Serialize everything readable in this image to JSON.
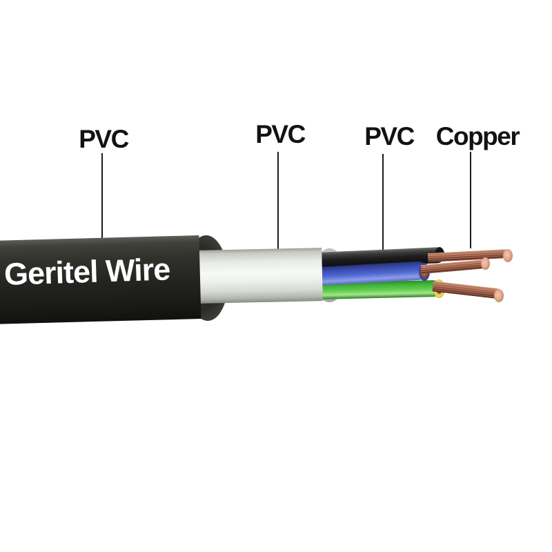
{
  "figure": {
    "type": "cable-construction-diagram",
    "background_color": "#ffffff",
    "label_color": "#121212"
  },
  "cable": {
    "brand": "Geritel Wire",
    "brand_text_color": "#ffffff"
  },
  "callouts": [
    {
      "label": "PVC",
      "points_to": "outer-jacket"
    },
    {
      "label": "PVC",
      "points_to": "inner-sheath"
    },
    {
      "label": "PVC",
      "points_to": "core-insulation"
    },
    {
      "label": "Copper",
      "points_to": "conductor"
    }
  ],
  "colors": {
    "outer_jacket": "#242422",
    "inner_sheath": "#f0f2ee",
    "core_black": "#1e1e1e",
    "core_blue": "#4f67d1",
    "core_green": "#60cf50",
    "core_green_stripe_yellow": "#e9d95f",
    "conductor_copper": "#90503a"
  }
}
